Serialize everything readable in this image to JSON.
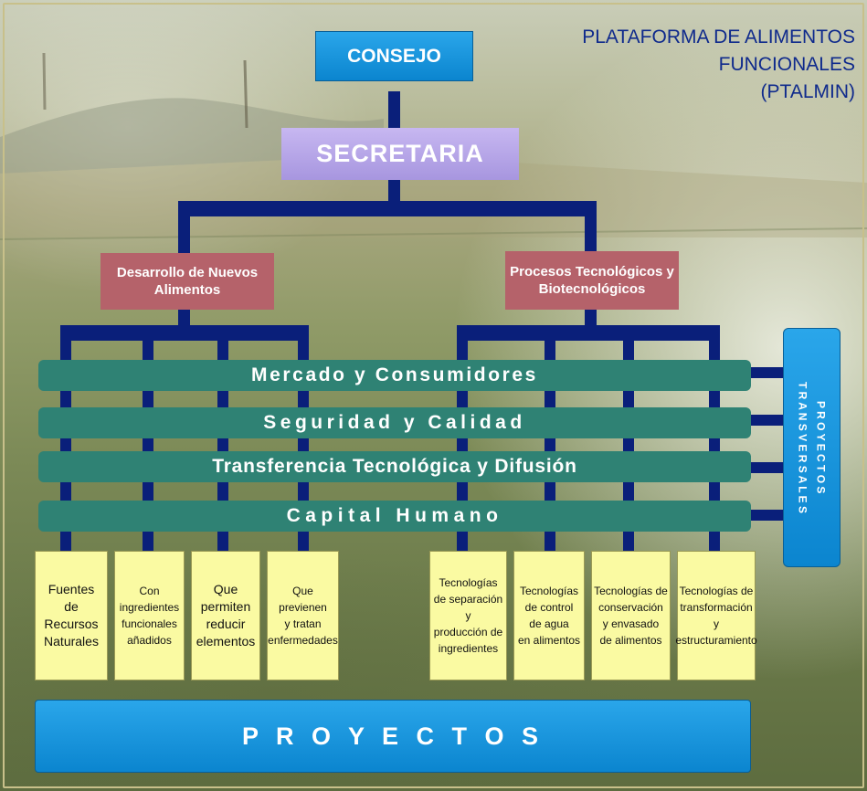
{
  "title": "PLATAFORMA DE ALIMENTOS\nFUNCIONALES\n(PTALMIN)",
  "colors": {
    "navy_lines": "#0a1f7a",
    "blue_box": "#0b85cf",
    "lilac_box": "#a796df",
    "rose_box": "#b5626a",
    "teal_band": "#2f8274",
    "leaf_yellow": "#fafaa2",
    "title_blue": "#0f2a8c"
  },
  "nodes": {
    "consejo": "CONSEJO",
    "secretaria": "SECRETARIA",
    "desarrollo": "Desarrollo de Nuevos\nAlimentos",
    "procesos": "Procesos Tecnológicos y\nBiotecnológicos"
  },
  "bands": [
    "Mercado y Consumidores",
    "Seguridad y Calidad",
    "Transferencia Tecnológica y Difusión",
    "Capital Humano"
  ],
  "transversales": [
    "P R O Y E C T O S",
    "T R A N S V E R S A L E S"
  ],
  "leaves_left": [
    "Fuentes\nde\nRecursos\nNaturales",
    "Con\ningredientes\nfuncionales\nañadidos",
    "Que\npermiten\nreducir\nelementos",
    "Que\nprevienen\ny tratan\nenfermedades"
  ],
  "leaves_right": [
    "Tecnologías\nde separación\ny\nproducción de\ningredientes",
    "Tecnologías\nde control\nde agua\nen alimentos",
    "Tecnologías de\nconservación\ny envasado\nde alimentos",
    "Tecnologías de\ntransformación\ny\nestructuramiento"
  ],
  "proyectos": "P R O Y E C T O S"
}
